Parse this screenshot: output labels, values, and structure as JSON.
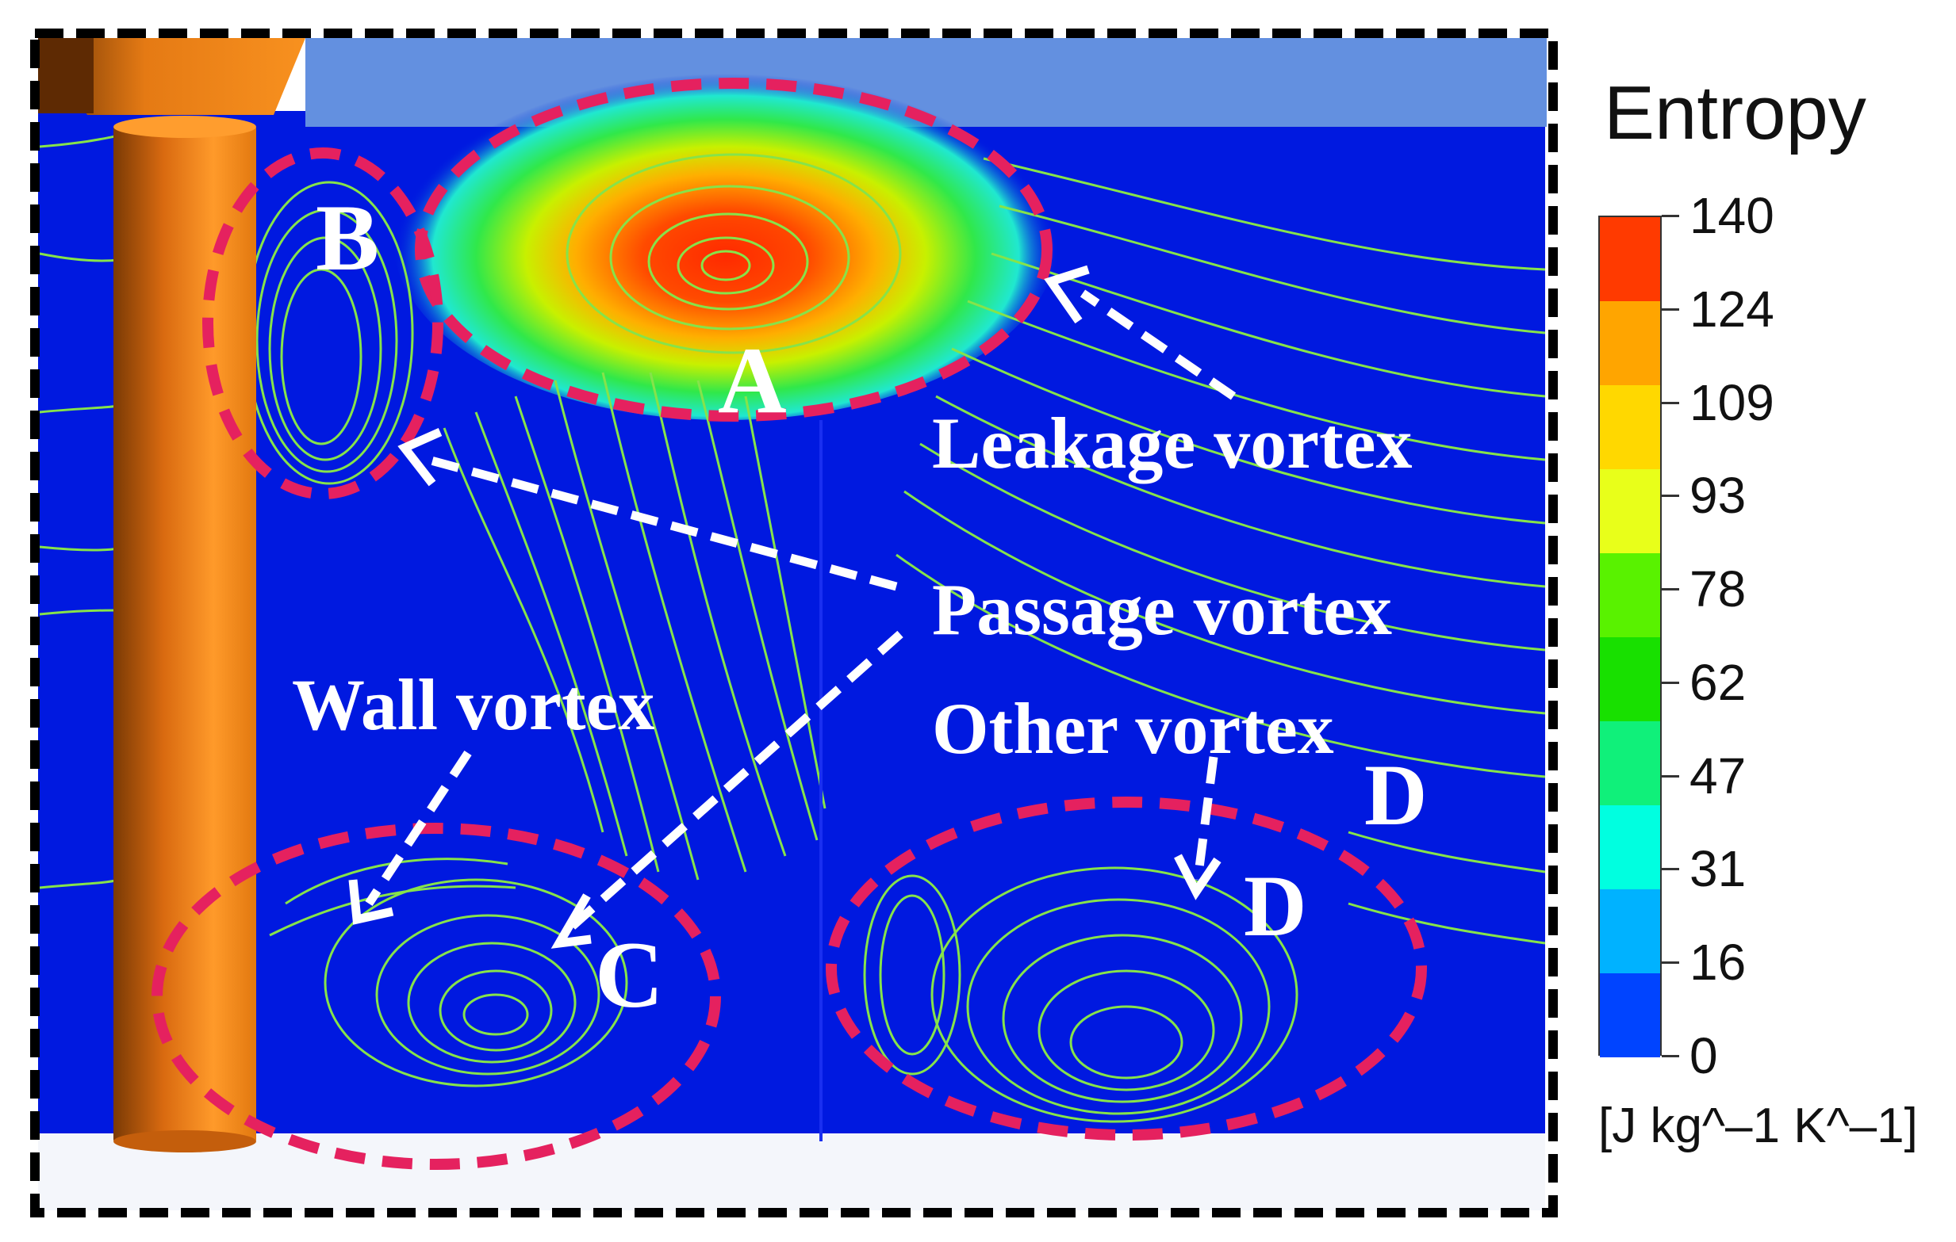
{
  "figure": {
    "region_labels": {
      "a": "A",
      "b": "B",
      "c": "C",
      "d_upper": "D",
      "d_lower": "D"
    },
    "annotations": {
      "leakage_vortex": "Leakage vortex",
      "passage_vortex": "Passage vortex",
      "wall_vortex": "Wall vortex",
      "other_vortex": "Other vortex"
    },
    "colors": {
      "background_field": "#0019e0",
      "streamline": "#86e34a",
      "cylinder": "#f38a1c",
      "ellipse_dash": "#e5215f",
      "top_band": "#6390e0",
      "arrow": "#ffffff"
    }
  },
  "legend": {
    "title": "Entropy",
    "unit": "[J kg^–1 K^–1]",
    "ticks": [
      "140",
      "124",
      "109",
      "93",
      "78",
      "62",
      "47",
      "31",
      "16",
      "0"
    ],
    "colors": [
      "#ff3a00",
      "#ffa500",
      "#ffd800",
      "#e8ff1a",
      "#59f200",
      "#18e000",
      "#10f07a",
      "#00ffe0",
      "#00b2ff",
      "#0044ff"
    ]
  }
}
